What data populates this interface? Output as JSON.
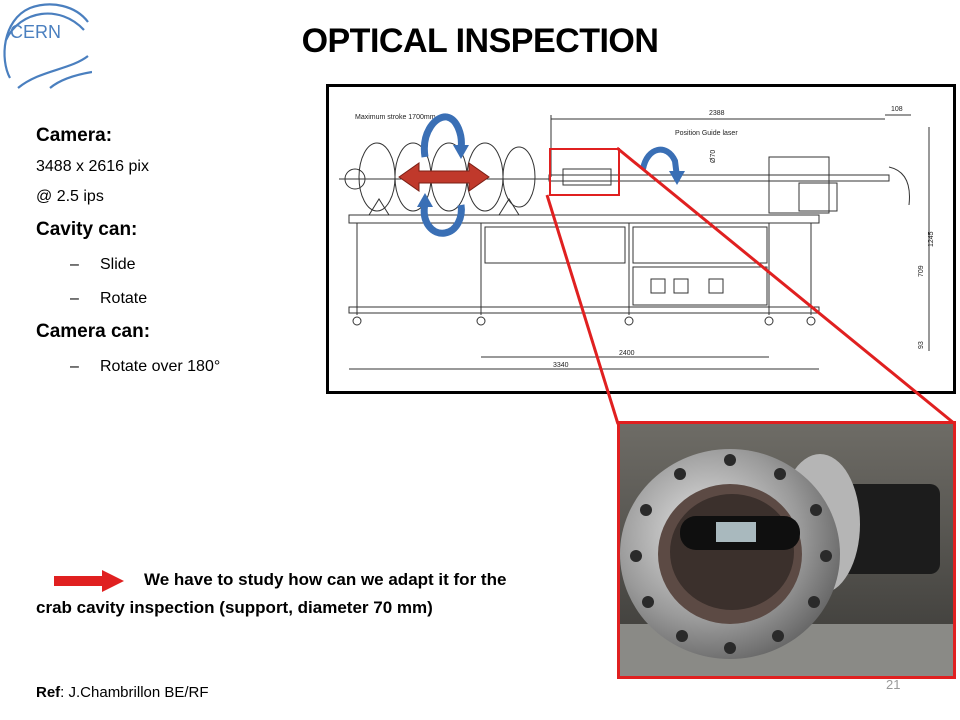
{
  "logo": {
    "text": "CERN"
  },
  "title": "OPTICAL INSPECTION",
  "camera": {
    "heading": "Camera:",
    "resolution": "3488 x 2616 pix",
    "speed": "@ 2.5 ips"
  },
  "cavity": {
    "heading": "Cavity can:",
    "items": [
      {
        "label": "Slide"
      },
      {
        "label": "Rotate"
      }
    ]
  },
  "camera_can": {
    "heading": "Camera can:",
    "items": [
      {
        "label": "Rotate over 180°"
      }
    ]
  },
  "drawing": {
    "max_stroke": "Maximum stroke  1700mm",
    "guide_laser": "Position Guide laser",
    "dim_2388": "2388",
    "dim_108": "108",
    "dim_3340": "3340",
    "dim_2400": "2400",
    "dim_1245": "1245",
    "dim_709": "709",
    "dim_93": "93",
    "dim_diam": "Ø70"
  },
  "note": {
    "line1": "We have to study how can we adapt it  for the",
    "line2": "crab cavity inspection  (support, diameter 70 mm)"
  },
  "ref": {
    "label": "Ref",
    "text": ": J.Chambrillon BE/RF"
  },
  "page_number": "21",
  "colors": {
    "accent_red": "#e02020",
    "arrow_blue": "#3a6fb5",
    "arrow_red": "#c0392b"
  }
}
